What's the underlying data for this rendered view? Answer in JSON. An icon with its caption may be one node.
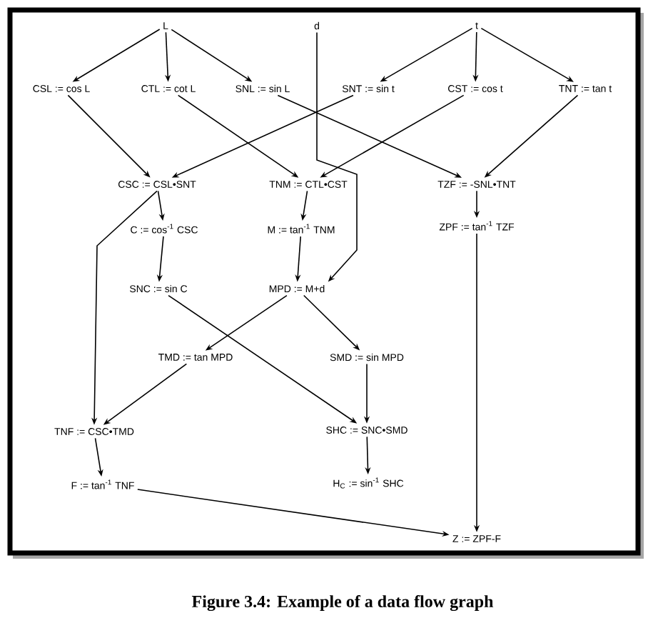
{
  "diagram": {
    "caption": "Figure 3.4: Example of a data flow graph",
    "nodes": [
      {
        "text": [
          "L"
        ]
      },
      {
        "text": [
          "d"
        ]
      },
      {
        "text": [
          "t"
        ]
      },
      {
        "text": [
          "CSL := cos L"
        ]
      },
      {
        "text": [
          "CTL := cot L"
        ]
      },
      {
        "text": [
          "SNL := sin L"
        ]
      },
      {
        "text": [
          "SNT := sin t"
        ]
      },
      {
        "text": [
          "CST := cos t"
        ]
      },
      {
        "text": [
          "TNT := tan t"
        ]
      },
      {
        "text": [
          "CSC := CSL•SNT"
        ]
      },
      {
        "text": [
          "TNM := CTL•CST"
        ]
      },
      {
        "text": [
          "TZF := -SNL•TNT"
        ]
      },
      {
        "text": [
          "C := cos$^{-1}$ CSC"
        ]
      },
      {
        "text": [
          "M := tan$^{-1}$ TNM"
        ]
      },
      {
        "text": [
          "ZPF := tan$^{-1}$ TZF"
        ]
      },
      {
        "text": [
          "SNC := sin C"
        ]
      },
      {
        "text": [
          "MPD := M+d"
        ]
      },
      {
        "text": [
          "TMD := tan MPD"
        ]
      },
      {
        "text": [
          "SMD := sin MPD"
        ]
      },
      {
        "text": [
          "TNF := CSC•TMD"
        ]
      },
      {
        "text": [
          "SHC := SNC•SMD"
        ]
      },
      {
        "text": [
          "F := tan$^{-1}$ TNF"
        ]
      },
      {
        "text": [
          "H$_{C}$ := sin$^{-1}$ SHC"
        ]
      },
      {
        "text": [
          "Z := ZPF-F"
        ]
      }
    ],
    "edges": [
      {
        "from": 0,
        "to": 3,
        "arrow": "to"
      },
      {
        "from": 0,
        "to": 4,
        "arrow": "to"
      },
      {
        "from": 0,
        "to": 5,
        "arrow": "to"
      },
      {
        "from": 2,
        "to": 6,
        "arrow": "to"
      },
      {
        "from": 2,
        "to": 7,
        "arrow": "to"
      },
      {
        "from": 2,
        "to": 8,
        "arrow": "to"
      },
      {
        "from": 3,
        "to": 9,
        "arrow": "to"
      },
      {
        "from": 6,
        "to": 9,
        "arrow": "to"
      },
      {
        "from": 4,
        "to": 10,
        "arrow": "to"
      },
      {
        "from": 7,
        "to": 10,
        "arrow": "to"
      },
      {
        "from": 5,
        "to": 11,
        "arrow": "to"
      },
      {
        "from": 8,
        "to": 11,
        "arrow": "to"
      },
      {
        "from": 1,
        "to": 16,
        "arrow": "to"
      },
      {
        "from": 9,
        "to": 12,
        "arrow": "to"
      },
      {
        "from": 9,
        "to": 19,
        "arrow": "to"
      },
      {
        "from": 10,
        "to": 13,
        "arrow": "to"
      },
      {
        "from": 11,
        "to": 14,
        "arrow": "to"
      },
      {
        "from": 12,
        "to": 15,
        "arrow": "to"
      },
      {
        "from": 13,
        "to": 16,
        "arrow": "to"
      },
      {
        "from": 15,
        "to": 20,
        "arrow": "to"
      },
      {
        "from": 16,
        "to": 17,
        "arrow": "to"
      },
      {
        "from": 16,
        "to": 18,
        "arrow": "to"
      },
      {
        "from": 17,
        "to": 19,
        "arrow": "to"
      },
      {
        "from": 18,
        "to": 20,
        "arrow": "to"
      },
      {
        "from": 19,
        "to": 21,
        "arrow": "to"
      },
      {
        "from": 20,
        "to": 22,
        "arrow": "to"
      },
      {
        "from": 14,
        "to": 23,
        "arrow": "to"
      },
      {
        "from": 21,
        "to": 23,
        "arrow": "to"
      }
    ]
  }
}
